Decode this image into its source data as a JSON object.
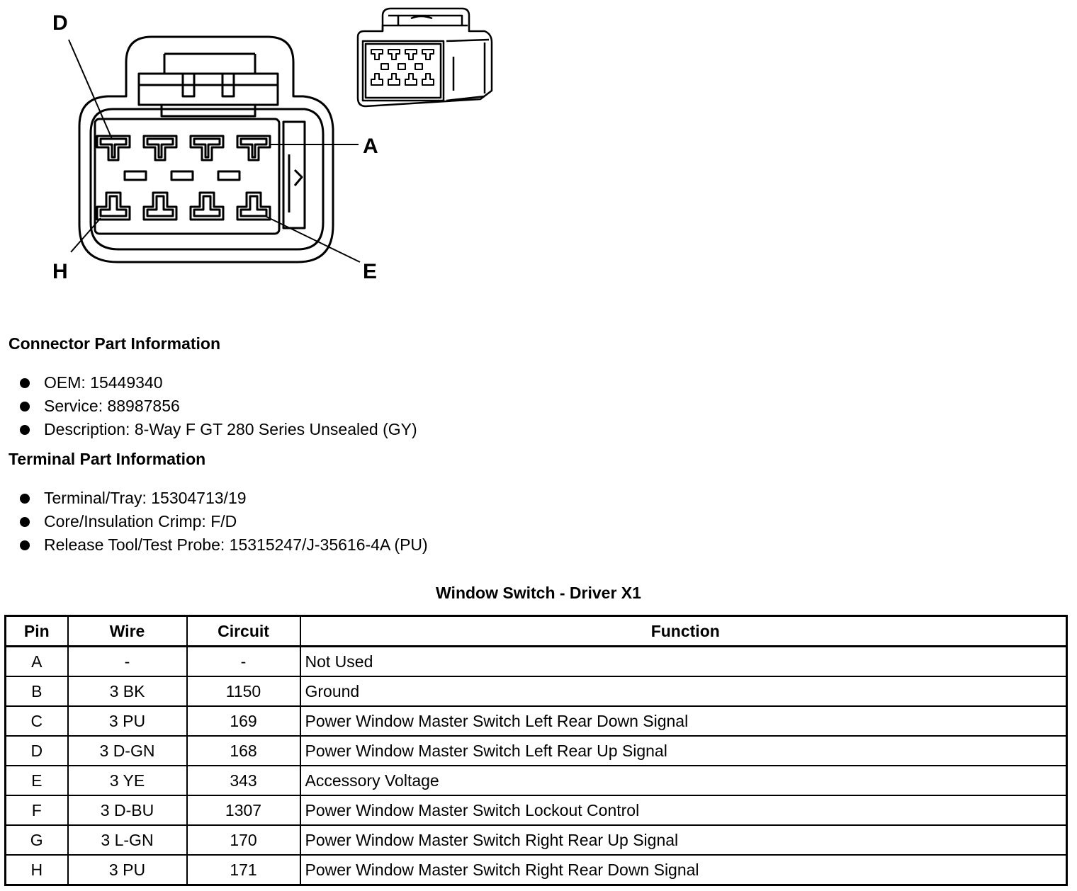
{
  "diagram": {
    "labels": {
      "d": "D",
      "a": "A",
      "h": "H",
      "e": "E"
    }
  },
  "connector_section": {
    "title": "Connector Part Information",
    "items": [
      "OEM: 15449340",
      "Service: 88987856",
      "Description: 8-Way F GT 280 Series Unsealed (GY)"
    ]
  },
  "terminal_section": {
    "title": "Terminal Part Information",
    "items": [
      "Terminal/Tray: 15304713/19",
      "Core/Insulation Crimp: F/D",
      "Release Tool/Test Probe: 15315247/J-35616-4A (PU)"
    ]
  },
  "table": {
    "title": "Window Switch - Driver X1",
    "headers": {
      "pin": "Pin",
      "wire": "Wire",
      "circuit": "Circuit",
      "function": "Function"
    },
    "rows": [
      {
        "pin": "A",
        "wire": "-",
        "circuit": "-",
        "function": "Not Used"
      },
      {
        "pin": "B",
        "wire": "3 BK",
        "circuit": "1150",
        "function": "Ground"
      },
      {
        "pin": "C",
        "wire": "3 PU",
        "circuit": "169",
        "function": "Power Window Master Switch Left Rear Down Signal"
      },
      {
        "pin": "D",
        "wire": "3 D-GN",
        "circuit": "168",
        "function": "Power Window Master Switch Left Rear Up Signal"
      },
      {
        "pin": "E",
        "wire": "3 YE",
        "circuit": "343",
        "function": "Accessory Voltage"
      },
      {
        "pin": "F",
        "wire": "3 D-BU",
        "circuit": "1307",
        "function": "Power Window Master Switch Lockout Control"
      },
      {
        "pin": "G",
        "wire": "3 L-GN",
        "circuit": "170",
        "function": "Power Window Master Switch Right Rear Up Signal"
      },
      {
        "pin": "H",
        "wire": "3 PU",
        "circuit": "171",
        "function": "Power Window Master Switch Right Rear Down Signal"
      }
    ]
  }
}
